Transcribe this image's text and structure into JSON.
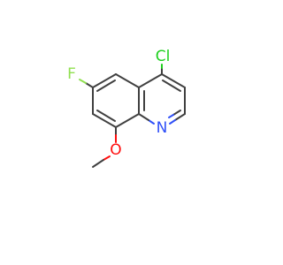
{
  "molecule": {
    "atoms": [
      {
        "symbol": "Cl",
        "color": "#1fd01f"
      },
      {
        "symbol": "F",
        "color": "#90e050"
      },
      {
        "symbol": "N",
        "color": "#3050f8"
      },
      {
        "symbol": "O",
        "color": "#ff0d0d"
      }
    ]
  }
}
